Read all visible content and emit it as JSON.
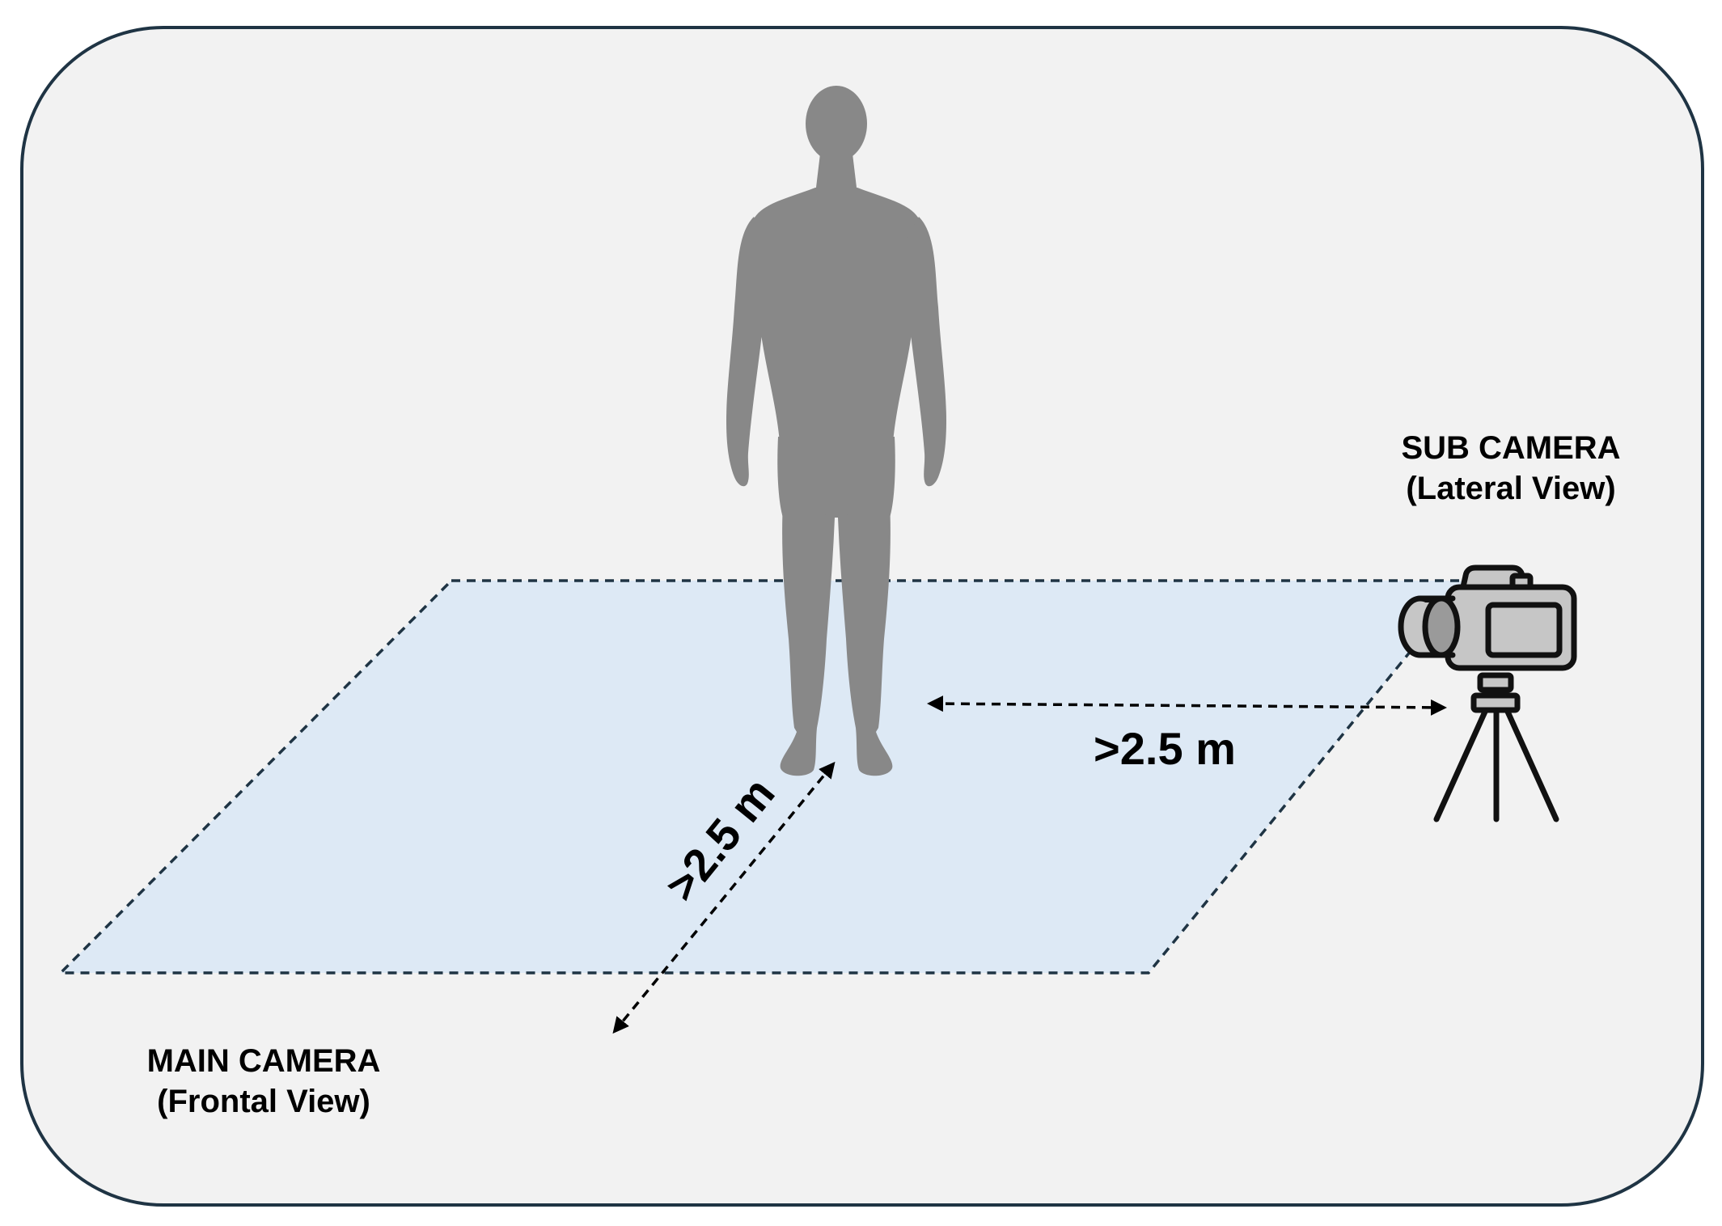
{
  "labels": {
    "sub_camera_title": "SUB CAMERA",
    "sub_camera_view": "(Lateral View)",
    "main_camera_title": "MAIN CAMERA",
    "main_camera_view": "(Frontal View)",
    "lateral_distance": ">2.5 m",
    "frontal_distance": ">2.5 m"
  },
  "icons": {
    "person": "person-silhouette-icon",
    "camera": "camera-icon",
    "tripod": "tripod-icon"
  },
  "colors": {
    "background": "#f2f2f2",
    "border": "#1f3444",
    "floor_fill": "#dde9f5",
    "floor_stroke": "#1f3444",
    "person": "#888888",
    "camera_body": "#c6c6c6",
    "camera_outline": "#111111",
    "text": "#000000"
  }
}
